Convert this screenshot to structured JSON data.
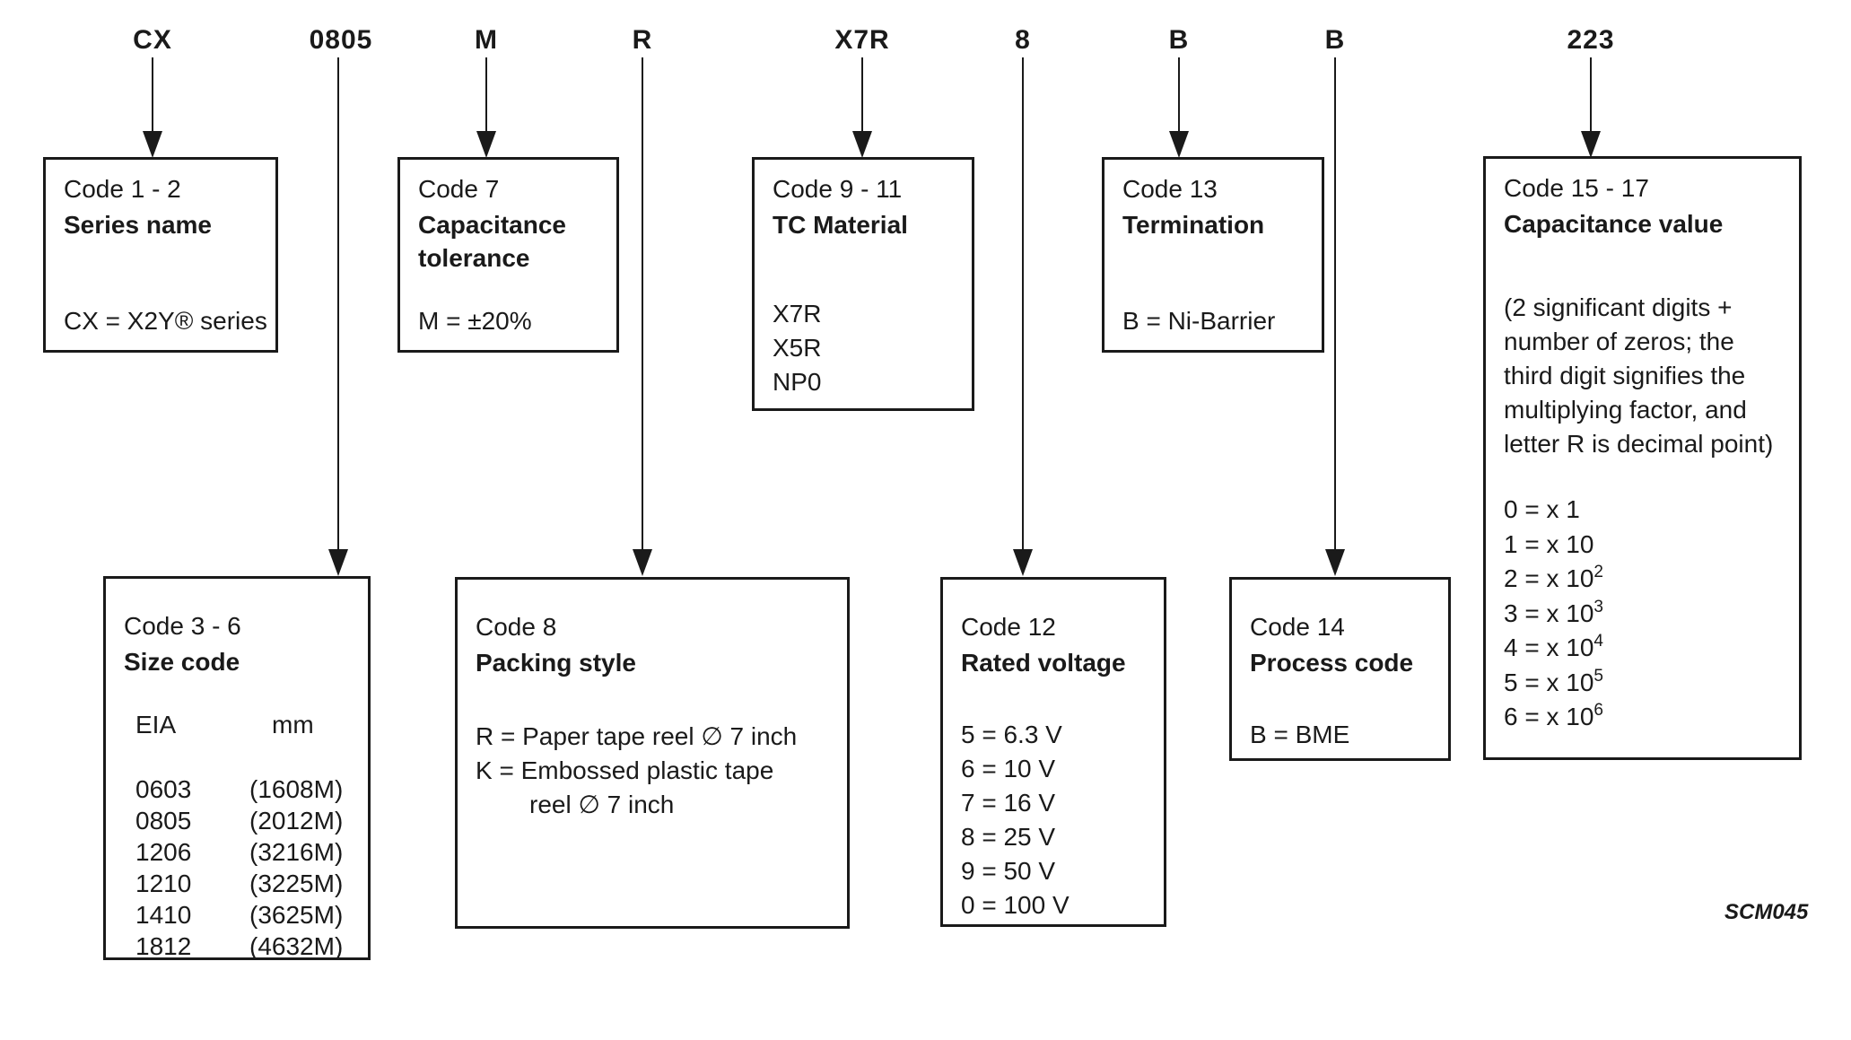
{
  "figure": {
    "watermark": "SCM045"
  },
  "part_code_segments": [
    {
      "text": "CX"
    },
    {
      "text": "0805"
    },
    {
      "text": "M"
    },
    {
      "text": "R"
    },
    {
      "text": "X7R"
    },
    {
      "text": "8"
    },
    {
      "text": "B"
    },
    {
      "text": "B"
    },
    {
      "text": "223"
    }
  ],
  "boxes": {
    "series": {
      "code": "Code 1 - 2",
      "title": "Series name",
      "value": "CX = X2Y® series"
    },
    "tolerance": {
      "code": "Code 7",
      "title_lines": [
        "Capacitance",
        "tolerance"
      ],
      "value": "M = ±20%"
    },
    "tc_material": {
      "code": "Code 9 - 11",
      "title": "TC Material",
      "options": [
        "X7R",
        "X5R",
        "NP0"
      ]
    },
    "termination": {
      "code": "Code 13",
      "title": "Termination",
      "value": "B = Ni-Barrier"
    },
    "capacitance_value": {
      "code": "Code 15 - 17",
      "title": "Capacitance value",
      "note_lines": [
        "(2 significant digits +",
        "number of zeros; the",
        "third digit signifies the",
        "multiplying factor, and",
        "letter R is decimal point)"
      ],
      "multipliers": [
        {
          "text": "0 = x 1",
          "exp": ""
        },
        {
          "text": "1 = x 10",
          "exp": ""
        },
        {
          "text": "2 = x 10",
          "exp": "2"
        },
        {
          "text": "3 = x 10",
          "exp": "3"
        },
        {
          "text": "4 = x 10",
          "exp": "4"
        },
        {
          "text": "5 = x 10",
          "exp": "5"
        },
        {
          "text": "6 = x 10",
          "exp": "6"
        }
      ]
    },
    "size_code": {
      "code": "Code 3 - 6",
      "title": "Size code",
      "col1": "EIA",
      "col2": "mm",
      "rows": [
        [
          "0603",
          "(1608M)"
        ],
        [
          "0805",
          "(2012M)"
        ],
        [
          "1206",
          "(3216M)"
        ],
        [
          "1210",
          "(3225M)"
        ],
        [
          "1410",
          "(3625M)"
        ],
        [
          "1812",
          "(4632M)"
        ]
      ]
    },
    "packing_style": {
      "code": "Code 8",
      "title": "Packing style",
      "line1": "R = Paper tape reel ∅ 7 inch",
      "line2": "K = Embossed plastic tape",
      "line3": "reel ∅ 7 inch"
    },
    "rated_voltage": {
      "code": "Code 12",
      "title": "Rated voltage",
      "rows": [
        "5 = 6.3 V",
        "6 = 10 V",
        "7 = 16 V",
        "8 = 25 V",
        "9 = 50 V",
        "0 = 100 V"
      ]
    },
    "process_code": {
      "code": "Code 14",
      "title": "Process code",
      "value": "B = BME"
    }
  }
}
